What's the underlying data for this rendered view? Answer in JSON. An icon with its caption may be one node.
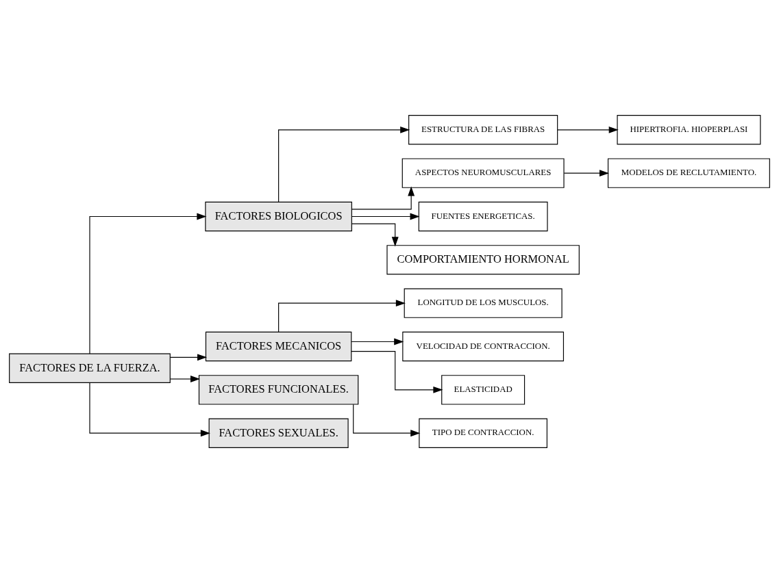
{
  "diagram": {
    "nodes": [
      {
        "text": [
          "FACTORES DE LA FUERZA."
        ]
      },
      {
        "text": [
          "FACTORES BIOLOGICOS"
        ]
      },
      {
        "text": [
          "ESTRUCTURA DE LAS FIBRAS"
        ]
      },
      {
        "text": [
          "HIPERTROFIA. HIOPERPLASI"
        ]
      },
      {
        "text": [
          "ASPECTOS NEUROMUSCULARES"
        ]
      },
      {
        "text": [
          "MODELOS DE RECLUTAMIENTO."
        ]
      },
      {
        "text": [
          "FUENTES ENERGETICAS."
        ]
      },
      {
        "text": [
          "COMPORTAMIENTO HORMONAL"
        ]
      },
      {
        "text": [
          "FACTORES MECANICOS"
        ]
      },
      {
        "text": [
          "LONGITUD DE LOS MUSCULOS."
        ]
      },
      {
        "text": [
          "VELOCIDAD DE CONTRACCION."
        ]
      },
      {
        "text": [
          "ELASTICIDAD"
        ]
      },
      {
        "text": [
          "FACTORES FUNCIONALES."
        ]
      },
      {
        "text": [
          "TIPO DE CONTRACCION."
        ]
      },
      {
        "text": [
          "FACTORES SEXUALES."
        ]
      }
    ],
    "edges": [
      {
        "from": 0,
        "to": 1,
        "arrow": "to"
      },
      {
        "from": 1,
        "to": 2,
        "arrow": "to"
      },
      {
        "from": 2,
        "to": 3,
        "arrow": "to"
      },
      {
        "from": 1,
        "to": 4,
        "arrow": "to"
      },
      {
        "from": 4,
        "to": 5,
        "arrow": "to"
      },
      {
        "from": 1,
        "to": 6,
        "arrow": "to"
      },
      {
        "from": 1,
        "to": 7,
        "arrow": "to"
      },
      {
        "from": 0,
        "to": 8,
        "arrow": "to"
      },
      {
        "from": 8,
        "to": 9,
        "arrow": "to"
      },
      {
        "from": 8,
        "to": 10,
        "arrow": "to"
      },
      {
        "from": 8,
        "to": 11,
        "arrow": "to"
      },
      {
        "from": 0,
        "to": 12,
        "arrow": "to"
      },
      {
        "from": 12,
        "to": 13,
        "arrow": "to"
      },
      {
        "from": 0,
        "to": 14,
        "arrow": "to"
      }
    ]
  }
}
